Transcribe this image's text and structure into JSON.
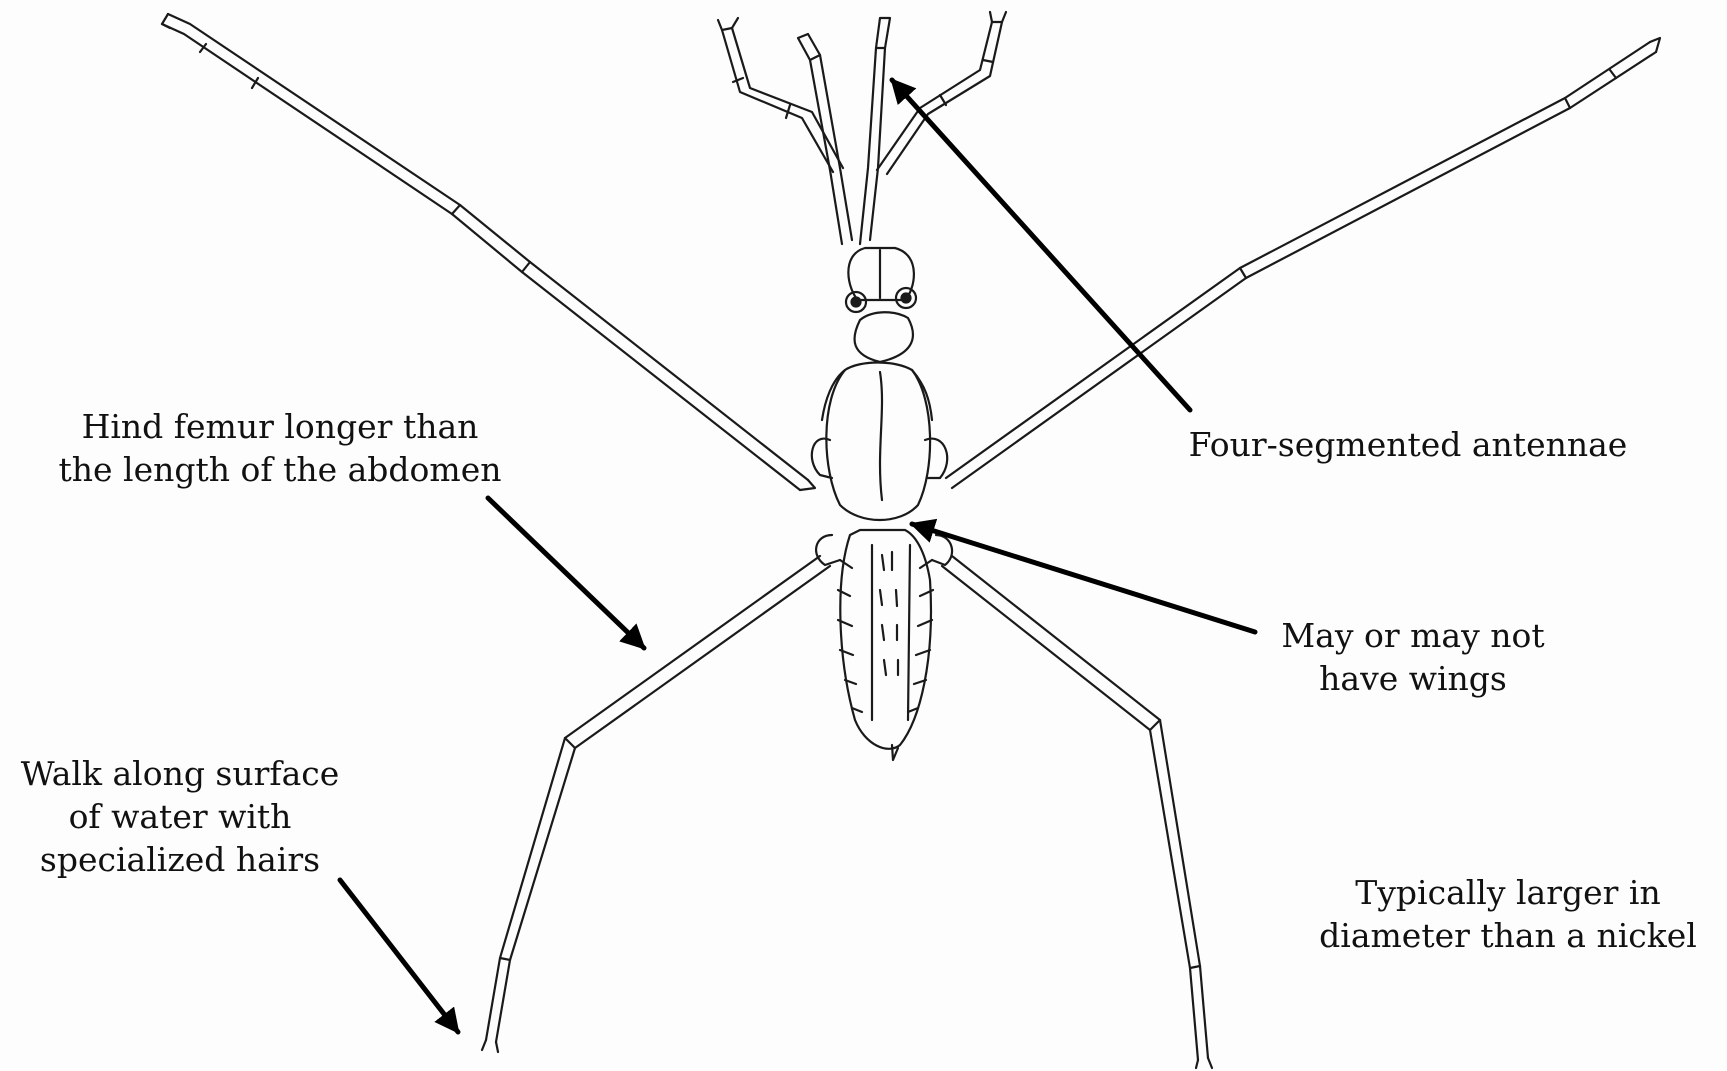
{
  "colors": {
    "background": "#fdfdfd",
    "ink": "#111111",
    "arrow": "#000000"
  },
  "labels": {
    "antennae": [
      "Four-segmented antennae"
    ],
    "wings": [
      "May or may not",
      "have wings"
    ],
    "femur": [
      "Hind femur longer than",
      "the length of the abdomen"
    ],
    "walk": [
      "Walk along surface",
      "of water with",
      "specialized hairs"
    ],
    "size": [
      "Typically larger in",
      "diameter than a nickel"
    ]
  }
}
